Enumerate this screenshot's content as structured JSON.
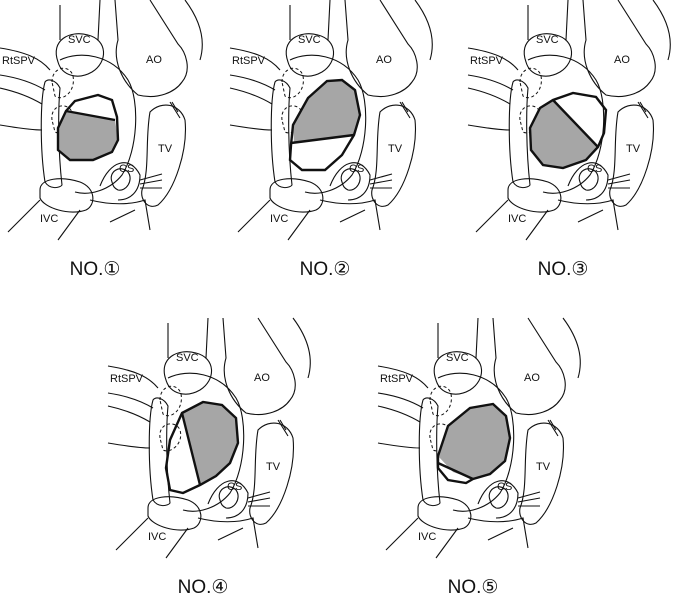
{
  "figure": {
    "panels": [
      {
        "caption": "NO.①",
        "shading": "lower-half",
        "cut_angle": "horizontal-tilted"
      },
      {
        "caption": "NO.②",
        "shading": "upper-large",
        "cut_angle": "low-tilted"
      },
      {
        "caption": "NO.③",
        "shading": "lower-left-diagonal",
        "cut_angle": "diagonal"
      },
      {
        "caption": "NO.④",
        "shading": "right-half",
        "cut_angle": "vertical"
      },
      {
        "caption": "NO.⑤",
        "shading": "upper-large",
        "cut_angle": "low-horizontal"
      }
    ],
    "labels": {
      "svc": "SVC",
      "ao": "AO",
      "rtspv": "RtSPV",
      "tv": "TV",
      "cs": "CS",
      "ivc": "IVC"
    },
    "colors": {
      "shade": "#a6a6a6",
      "line": "#111111"
    }
  }
}
